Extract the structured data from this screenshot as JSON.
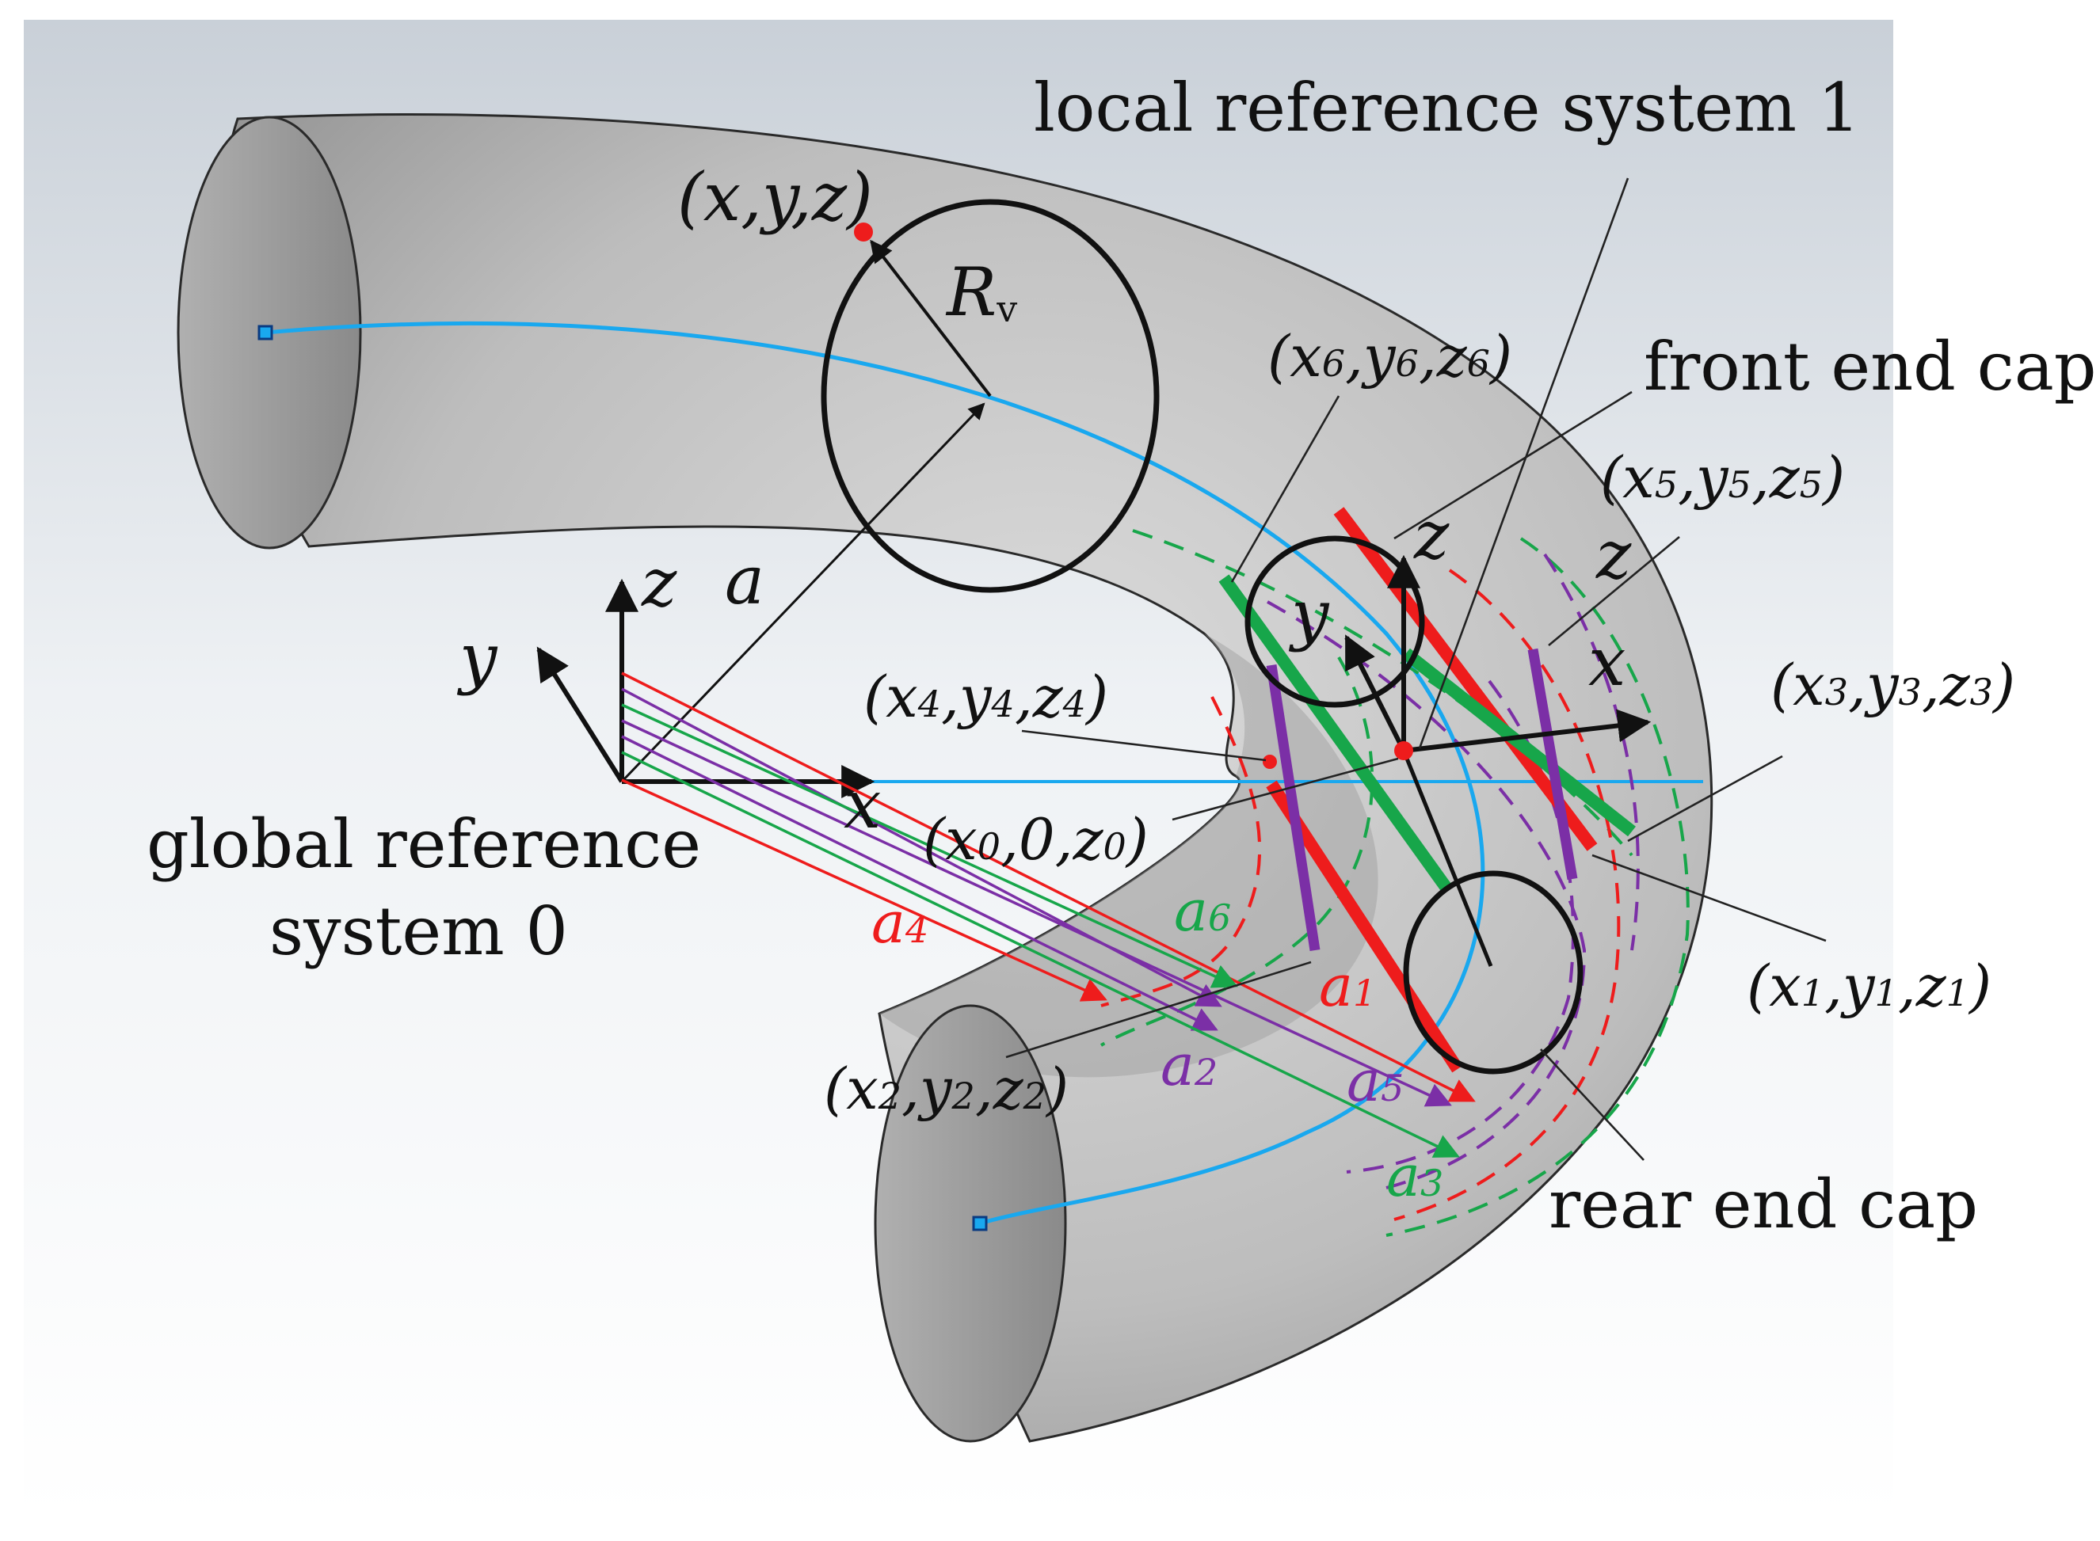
{
  "labels": {
    "local_ref": "local reference system 1",
    "front_cap": "front end cap",
    "rear_cap": "rear end cap",
    "global_ref_line1": "global reference",
    "global_ref_line2": "system 0",
    "point_xyz": "(x,y,z)",
    "radius": "R",
    "radius_sub": "v",
    "a": "a",
    "axes_global": {
      "x": "x",
      "y": "y",
      "z": "z"
    },
    "axes_local": {
      "x": "x",
      "y": "y",
      "z": "z",
      "z2": "z"
    },
    "points": {
      "p0": {
        "pre": "(x",
        "i": "0",
        "mid": ",0,z",
        "j": "0",
        "post": ")"
      },
      "p1": {
        "a": "(x",
        "s1": "1",
        "b": ",y",
        "s2": "1",
        "c": ",z",
        "s3": "1",
        "d": ")"
      },
      "p2": {
        "a": "(x",
        "s1": "2",
        "b": ",y",
        "s2": "2",
        "c": ",z",
        "s3": "2",
        "d": ")"
      },
      "p3": {
        "a": "(x",
        "s1": "3",
        "b": ",y",
        "s2": "3",
        "c": ",z",
        "s3": "3",
        "d": ")"
      },
      "p4": {
        "a": "(x",
        "s1": "4",
        "b": ",y",
        "s2": "4",
        "c": ",z",
        "s3": "4",
        "d": ")"
      },
      "p5": {
        "a": "(x",
        "s1": "5",
        "b": ",y",
        "s2": "5",
        "c": ",z",
        "s3": "5",
        "d": ")"
      },
      "p6": {
        "a": "(x",
        "s1": "6",
        "b": ",y",
        "s2": "6",
        "c": ",z",
        "s3": "6",
        "d": ")"
      }
    },
    "vectors": {
      "a1": {
        "t": "a",
        "s": "1"
      },
      "a2": {
        "t": "a",
        "s": "2"
      },
      "a3": {
        "t": "a",
        "s": "3"
      },
      "a4": {
        "t": "a",
        "s": "4"
      },
      "a5": {
        "t": "a",
        "s": "5"
      },
      "a6": {
        "t": "a",
        "s": "6"
      }
    }
  },
  "colors": {
    "red": "#ee1c1c",
    "green": "#17a64a",
    "purple": "#7b2fa6",
    "blue": "#19a8ef",
    "tube": "#b9b9b9"
  }
}
